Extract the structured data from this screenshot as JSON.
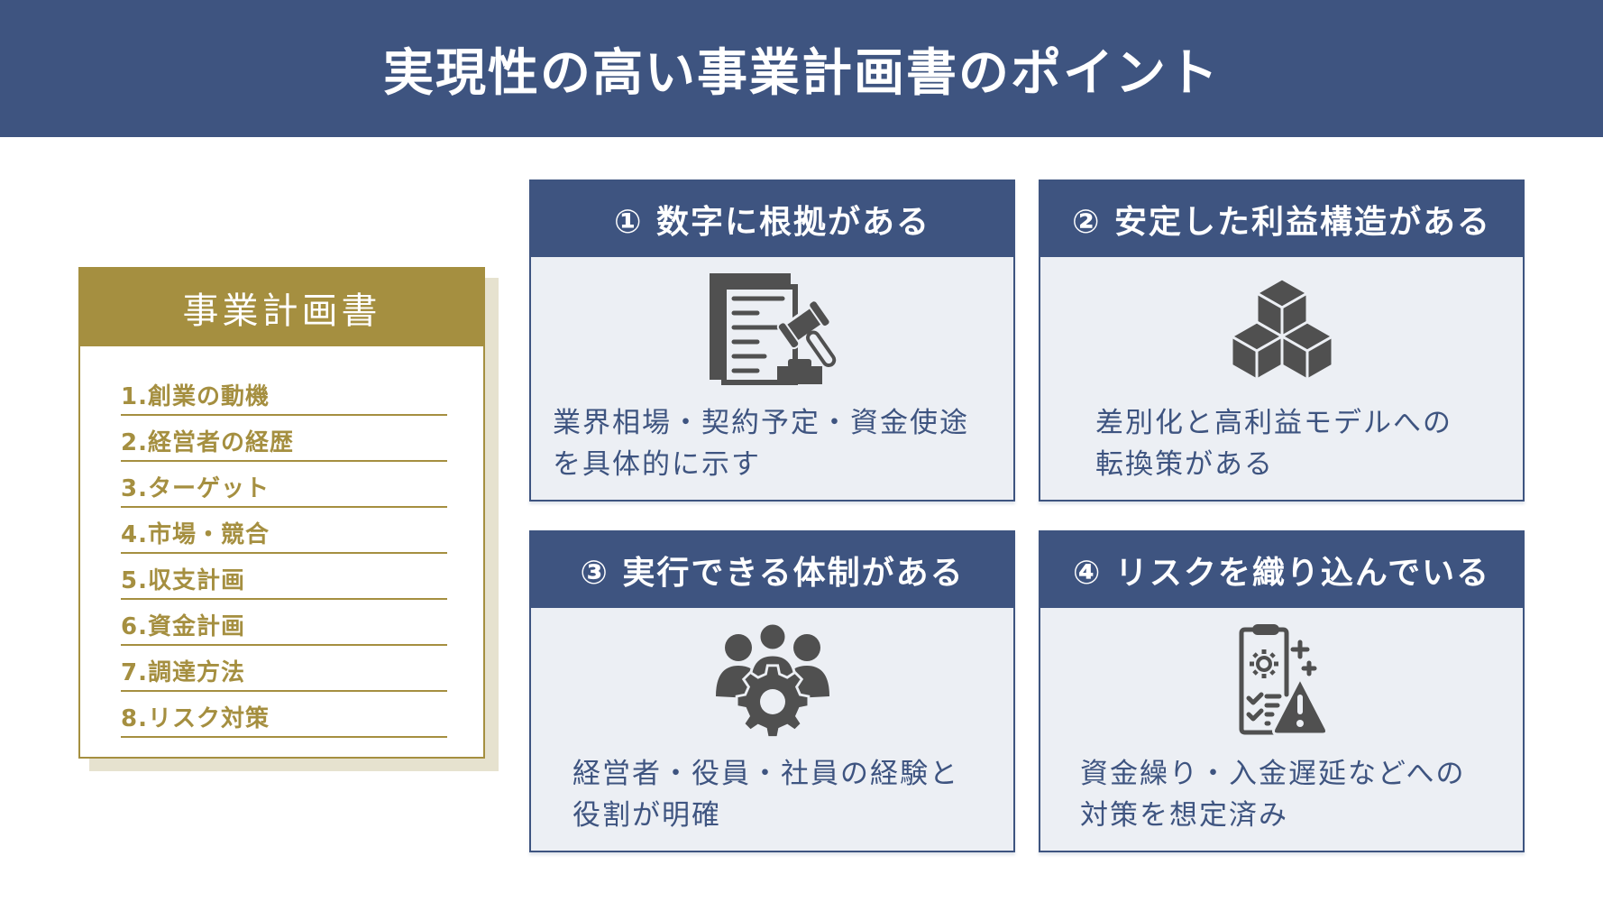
{
  "title": "実現性の高い事業計画書のポイント",
  "colors": {
    "navy": "#3e5480",
    "gold": "#a58f40",
    "card_bg": "#eceff4",
    "icon": "#505050",
    "shadow": "#e6e2cf"
  },
  "toc": {
    "heading": "事業計画書",
    "items": [
      "1.創業の動機",
      "2.経営者の経歴",
      "3.ターゲット",
      "4.市場・競合",
      "5.収支計画",
      "6.資金計画",
      "7.調達方法",
      "8.リスク対策"
    ]
  },
  "points": [
    {
      "title": "① 数字に根拠がある",
      "icon": "document-gavel-icon",
      "text_line1": "業界相場・契約予定・資金使途",
      "text_line2": "を具体的に示す"
    },
    {
      "title": "② 安定した利益構造がある",
      "icon": "stacked-cubes-icon",
      "text_line1": "差別化と高利益モデルへの",
      "text_line2": "転換策がある"
    },
    {
      "title": "③ 実行できる体制がある",
      "icon": "team-gear-icon",
      "text_line1": "経営者・役員・社員の経験と",
      "text_line2": "役割が明確"
    },
    {
      "title": "④ リスクを織り込んでいる",
      "icon": "clipboard-warning-icon",
      "text_line1": "資金繰り・入金遅延などへの",
      "text_line2": "対策を想定済み"
    }
  ]
}
